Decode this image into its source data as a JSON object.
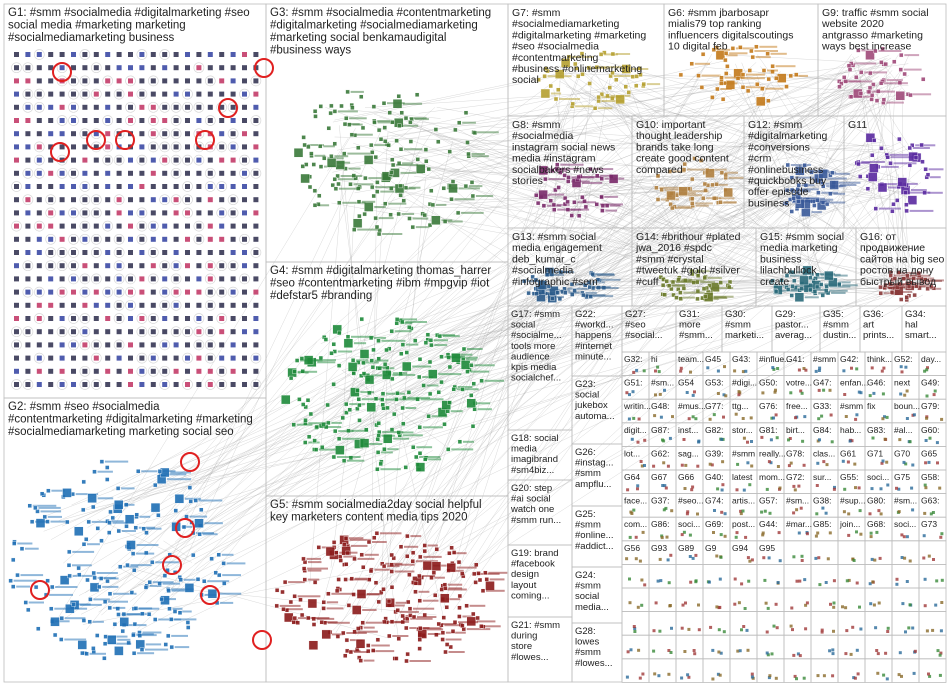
{
  "groups": [
    {
      "id": "G1",
      "lines": [
        "G1: #smm #socialmedia #digitalmarketing #seo",
        "social media #marketing marketing",
        "#socialmediamarketing business"
      ],
      "color": "#2b2b6a",
      "kind": "grid"
    },
    {
      "id": "G2",
      "lines": [
        "G2: #smm #seo #socialmedia",
        "#contentmarketing #digitalmarketing #marketing",
        "#socialmediamarketing marketing social seo"
      ],
      "color": "#1f6fb5",
      "kind": "cluster"
    },
    {
      "id": "G3",
      "lines": [
        "G3: #smm #socialmedia #contentmarketing",
        "#digitalmarketing #socialmediamarketing",
        "#marketing social benkamaudigital",
        "#business ways"
      ],
      "color": "#3a7a3a",
      "kind": "cluster"
    },
    {
      "id": "G4",
      "lines": [
        "G4: #smm #digitalmarketing thomas_harrer",
        "#seo #contentmarketing #ibm #mpgvip #iot",
        "#defstar5 #branding"
      ],
      "color": "#1e8a3a",
      "kind": "cluster"
    },
    {
      "id": "G5",
      "lines": [
        "G5: #smm socialmedia2day social helpful",
        "key marketers content media tips 2020"
      ],
      "color": "#8b1a1a",
      "kind": "cluster"
    },
    {
      "id": "G6",
      "lines": [
        "G6: #smm jbarbosapr",
        "mialis79 top ranking",
        "influencers digitalscoutings",
        "10 digital feb"
      ],
      "color": "#c47a1a",
      "kind": "cluster"
    },
    {
      "id": "G7",
      "lines": [
        "G7: #smm",
        "#socialmediamarketing",
        "#digitalmarketing #marketing",
        "#seo #socialmedia",
        "#contentmarketing",
        "#business #onlinemarketing",
        "social"
      ],
      "color": "#b5a030",
      "kind": "cluster"
    },
    {
      "id": "G8",
      "lines": [
        "G8: #smm",
        "#socialmedia",
        "instagram social news",
        "media #instagram",
        "socialbakers #news",
        "stories"
      ],
      "color": "#7a2a6a",
      "kind": "cluster"
    },
    {
      "id": "G9",
      "lines": [
        "G9: traffic #smm social",
        "website 2020",
        "antgrasso #marketing",
        "ways best increase"
      ],
      "color": "#a04a7a",
      "kind": "cluster"
    },
    {
      "id": "G10",
      "lines": [
        "G10: important",
        "thought leadership",
        "brands take long",
        "create good content",
        "compared"
      ],
      "color": "#b08040",
      "kind": "cluster"
    },
    {
      "id": "G11",
      "lines": [
        "G11"
      ],
      "color": "#5a2aa0",
      "kind": "cluster"
    },
    {
      "id": "G12",
      "lines": [
        "G12: #smm",
        "#digitalmarketing",
        "#conversions",
        "#crm",
        "#onlinebusiness",
        "#quickbooks buy",
        "offer episode",
        "business"
      ],
      "color": "#3a5a9a",
      "kind": "cluster"
    },
    {
      "id": "G13",
      "lines": [
        "G13: #smm social",
        "media engagement",
        "deb_kumar_c",
        "#socialmedia",
        "#infographic #sem"
      ],
      "color": "#2a5a8a",
      "kind": "cluster"
    },
    {
      "id": "G14",
      "lines": [
        "G14: #brithour #plated",
        "jwa_2016 #spdc",
        "#smm #crystal",
        "#tweetuk #gold #silver",
        "#cuff"
      ],
      "color": "#6a7a2a",
      "kind": "cluster"
    },
    {
      "id": "G15",
      "lines": [
        "G15: #smm social",
        "media marketing",
        "business",
        "lilachbullock",
        "create"
      ],
      "color": "#2a6a7a",
      "kind": "cluster"
    },
    {
      "id": "G16",
      "lines": [
        "G16: от",
        "продвижение",
        "сайтов на big seo",
        "ростов на дону",
        "быстрый вывод"
      ],
      "color": "#8a3a3a",
      "kind": "cluster"
    }
  ],
  "small_groups": [
    {
      "id": "G17",
      "lines": [
        "G17: #smm",
        "social",
        "#socialme...",
        "tools more",
        "audience",
        "kpis media",
        "socialchef..."
      ]
    },
    {
      "id": "G18",
      "lines": [
        "G18: social",
        "media",
        "imagibrand",
        "#sm4biz..."
      ]
    },
    {
      "id": "G19",
      "lines": [
        "G19: brand",
        "#facebook",
        "design",
        "layout",
        "coming..."
      ]
    },
    {
      "id": "G20",
      "lines": [
        "G20: step",
        "#ai social",
        "watch one",
        "#smm run..."
      ]
    },
    {
      "id": "G21",
      "lines": [
        "G21: #smm",
        "during",
        "store",
        "#lowes..."
      ]
    },
    {
      "id": "G22",
      "lines": [
        "G22:",
        "#workd...",
        "happens",
        "#internet",
        "minute..."
      ]
    },
    {
      "id": "G23",
      "lines": [
        "G23:",
        "social",
        "jukebox",
        "automa..."
      ]
    },
    {
      "id": "G24",
      "lines": [
        "G24:",
        "#smm",
        "social",
        "media..."
      ]
    },
    {
      "id": "G25",
      "lines": [
        "G25:",
        "#smm",
        "#online...",
        "#addict..."
      ]
    },
    {
      "id": "G26",
      "lines": [
        "G26:",
        "#instag...",
        "#smm",
        "ampflu..."
      ]
    },
    {
      "id": "G27",
      "lines": [
        "G27:",
        "#seo",
        "#social..."
      ]
    },
    {
      "id": "G28",
      "lines": [
        "G28:",
        "lowes",
        "#smm",
        "#lowes..."
      ]
    },
    {
      "id": "G31",
      "lines": [
        "G31:",
        "more",
        "#smm..."
      ]
    },
    {
      "id": "G30",
      "lines": [
        "G30:",
        "#smm",
        "marketi..."
      ]
    },
    {
      "id": "G29",
      "lines": [
        "G29:",
        "pastor...",
        "averag..."
      ]
    },
    {
      "id": "G35",
      "lines": [
        "G35:",
        "#smm",
        "dustin..."
      ]
    },
    {
      "id": "G36",
      "lines": [
        "G36:",
        "art",
        "prints..."
      ]
    },
    {
      "id": "G34",
      "lines": [
        "G34:",
        "hal",
        "smart..."
      ]
    }
  ],
  "grid_labels": [
    "G32:",
    "hi",
    "team...",
    "G45",
    "G43:",
    "#influe...",
    "G41:",
    "#smm",
    "G42:",
    "think...",
    "G52:",
    "day...",
    "G51:",
    "#sm...",
    "G54",
    "G53:",
    "#digi...",
    "G50:",
    "votre...",
    "G47:",
    "enfan...",
    "G46:",
    "next",
    "G49:",
    "writin...",
    "G48:",
    "#mus...",
    "G77:",
    "ttg...",
    "G76:",
    "free...",
    "G33:",
    "#smm",
    "fix",
    "boun...",
    "G79:",
    "digit...",
    "G87:",
    "inst...",
    "G82:",
    "stor...",
    "G81:",
    "birt...",
    "G84:",
    "hab...",
    "G83:",
    "#al...",
    "G60:",
    "lot...",
    "G62:",
    "sag...",
    "G39:",
    "#smm",
    "really...",
    "G78:",
    "clas...",
    "G61",
    "G71",
    "G70",
    "G65",
    "G64",
    "G67",
    "G66",
    "G40:",
    "latest",
    "mom...",
    "G72:",
    "sur...",
    "G55:",
    "soci...",
    "G75",
    "G58:",
    "face...",
    "G37:",
    "#seo...",
    "G74:",
    "artis...",
    "G57:",
    "#sm...",
    "G38:",
    "#sup...",
    "G80:",
    "#sm...",
    "G63:",
    "com...",
    "G86:",
    "soci...",
    "G69:",
    "post...",
    "G44:",
    "#mar...",
    "G85:",
    "join...",
    "G68:",
    "soci...",
    "G73",
    "G56",
    "G93",
    "G89",
    "G9",
    "G94",
    "G95"
  ],
  "colors": {
    "edge": "#9a9a9a",
    "box": "#bdbdbd",
    "self_loop": "#e02020"
  }
}
